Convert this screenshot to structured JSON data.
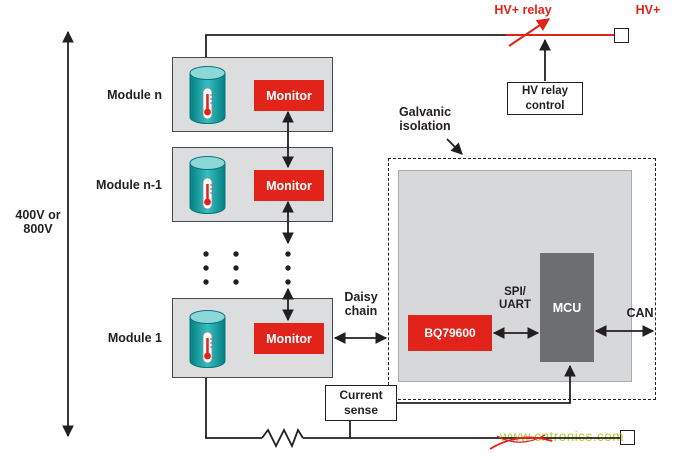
{
  "colors": {
    "accent_red": "#e2231a",
    "line": "#231f20",
    "module_fill": "#dcddde",
    "isolation_fill": "#d7d8d9",
    "mcu_fill": "#6d6e71",
    "battery_teal": "#22b5b8",
    "watermark_green": "#b5cb35"
  },
  "left_rail": {
    "voltage_line1": "400V or",
    "voltage_line2": "800V"
  },
  "modules": [
    {
      "label": "Module n",
      "monitor": "Monitor"
    },
    {
      "label": "Module n-1",
      "monitor": "Monitor"
    },
    {
      "label": "Module 1",
      "monitor": "Monitor"
    }
  ],
  "top": {
    "hv_relay": "HV+ relay",
    "hv_plus": "HV+",
    "relay_control_line1": "HV relay",
    "relay_control_line2": "control"
  },
  "isolation": {
    "galvanic_line1": "Galvanic",
    "galvanic_line2": "isolation",
    "chip": "BQ79600",
    "mcu": "MCU",
    "spi_line1": "SPI/",
    "spi_line2": "UART",
    "can": "CAN"
  },
  "links": {
    "daisy_line1": "Daisy",
    "daisy_line2": "chain",
    "current_sense_line1": "Current",
    "current_sense_line2": "sense"
  },
  "watermark": "www.cntronics.com"
}
